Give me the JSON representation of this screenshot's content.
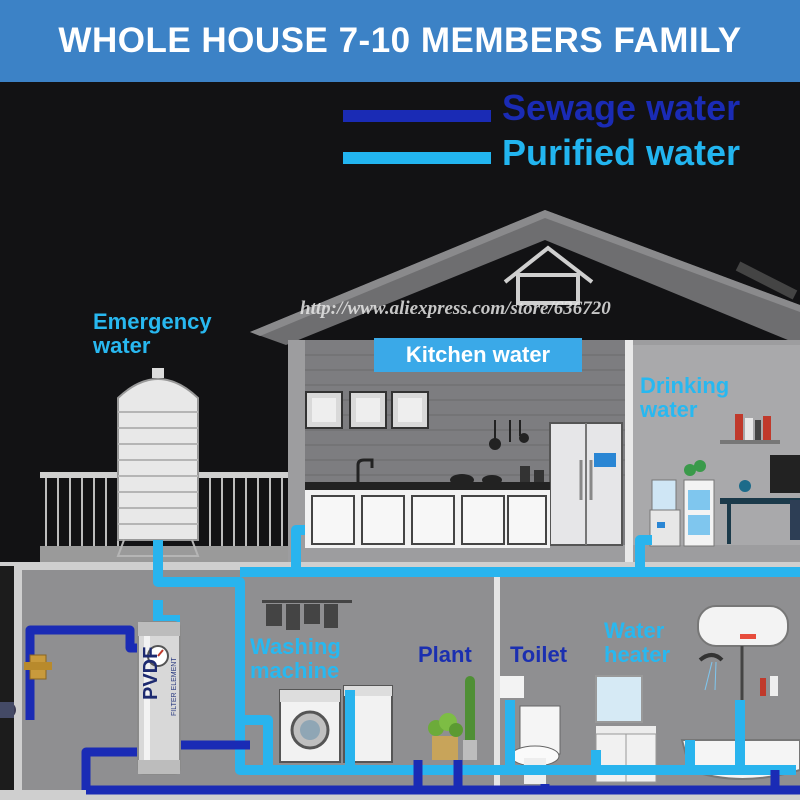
{
  "banner": {
    "title": "WHOLE HOUSE 7-10 MEMBERS FAMILY"
  },
  "legend": {
    "sewage": {
      "label": "Sewage water",
      "color": "#1a2bb5"
    },
    "purified": {
      "label": "Purified water",
      "color": "#22b5f0"
    }
  },
  "labels": {
    "emergency_line1": "Emergency",
    "emergency_line2": "water",
    "kitchen": "Kitchen water",
    "drinking_line1": "Drinking",
    "drinking_line2": "water",
    "washing_line1": "Washing",
    "washing_line2": "machine",
    "plant": "Plant",
    "toilet": "Toilet",
    "heater_line1": "Water",
    "heater_line2": "heater"
  },
  "watermark": "http://www.aliexpress.com/store/636720",
  "filter": {
    "brand": "PVDF",
    "sub": "FILTER ELEMENT"
  },
  "icons": [
    "water-tank-icon",
    "filter-housing-icon",
    "pressure-gauge-icon",
    "refrigerator-icon",
    "washing-machine-icon",
    "toilet-icon",
    "water-heater-icon",
    "bathtub-icon",
    "plant-icon",
    "water-dispenser-icon",
    "desk-lamp-icon"
  ]
}
